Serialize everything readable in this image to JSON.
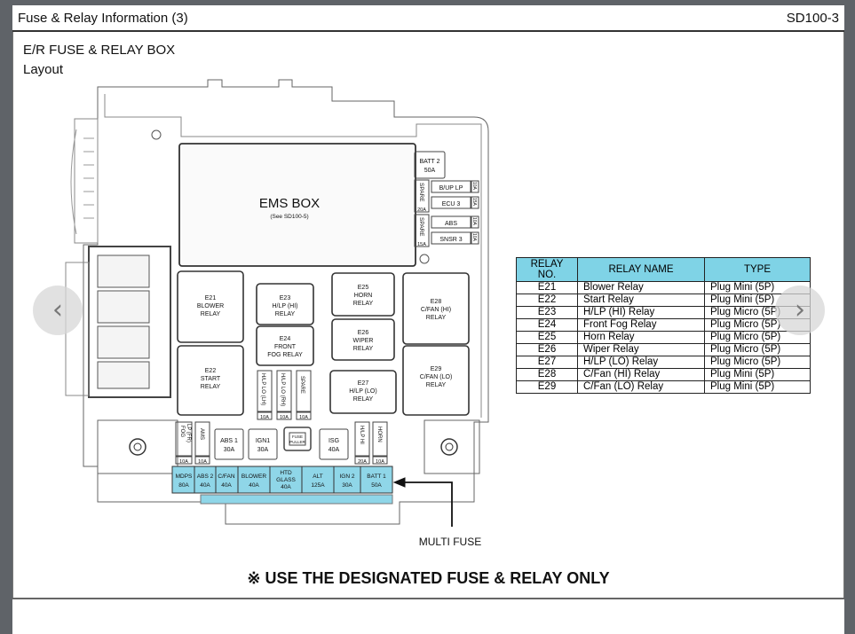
{
  "header": {
    "title": "Fuse & Relay Information   (3)",
    "code": "SD100-3"
  },
  "section": {
    "title": "E/R FUSE & RELAY BOX",
    "subtitle": "Layout"
  },
  "ems": {
    "title": "EMS BOX",
    "sub": "(See SD100-5)"
  },
  "top_fuses": {
    "batt2": [
      "BATT 2",
      "50A"
    ],
    "spare1": [
      "SPARE",
      "20A"
    ],
    "spare2": [
      "SPARE",
      "15A"
    ],
    "bup": [
      "B/UP LP",
      "10A"
    ],
    "ecu3": [
      "ECU 3",
      "15A"
    ],
    "abs": [
      "ABS",
      "10A"
    ],
    "snsr3": [
      "SNSR 3",
      "10A"
    ]
  },
  "relays": {
    "e21": [
      "E21",
      "BLOWER",
      "RELAY"
    ],
    "e22": [
      "E22",
      "START",
      "RELAY"
    ],
    "e23": [
      "E23",
      "H/LP (HI)",
      "RELAY"
    ],
    "e24": [
      "E24",
      "FRONT",
      "FOG RELAY"
    ],
    "e25": [
      "E25",
      "HORN",
      "RELAY"
    ],
    "e26": [
      "E26",
      "WIPER",
      "RELAY"
    ],
    "e27": [
      "E27",
      "H/LP (LO)",
      "RELAY"
    ],
    "e28": [
      "E28",
      "C/FAN (HI)",
      "RELAY"
    ],
    "e29": [
      "E29",
      "C/FAN (LO)",
      "RELAY"
    ]
  },
  "mini_fuses": [
    {
      "label": "H/LP LO (LH)",
      "amp": "10A"
    },
    {
      "label": "H/LP LO (RH)",
      "amp": "10A"
    },
    {
      "label": "SPARE",
      "amp": "10A"
    }
  ],
  "lower_fuses": {
    "fog": [
      "FOG",
      "LP (FR)",
      "10A"
    ],
    "ams": [
      "AMS",
      "10A"
    ],
    "abs1": [
      "ABS 1",
      "30A"
    ],
    "ign1": [
      "IGN1",
      "30A"
    ],
    "puller": [
      "FUSE",
      "PULLER"
    ],
    "isg": [
      "ISG",
      "40A"
    ],
    "hlphi": [
      "H/LP HI",
      "20A"
    ],
    "horn": [
      "HORN",
      "10A"
    ]
  },
  "multi_fuse": [
    [
      "MDPS",
      "80A"
    ],
    [
      "ABS 2",
      "40A"
    ],
    [
      "C/FAN",
      "40A"
    ],
    [
      "BLOWER",
      "40A"
    ],
    [
      "HTD",
      "GLASS",
      "40A"
    ],
    [
      "ALT",
      "125A"
    ],
    [
      "IGN 2",
      "30A"
    ],
    [
      "BATT 1",
      "50A"
    ]
  ],
  "multi_fuse_label": "MULTI FUSE",
  "relay_table": {
    "headers": [
      "RELAY NO.",
      "RELAY NAME",
      "TYPE"
    ],
    "rows": [
      [
        "E21",
        "Blower Relay",
        "Plug Mini (5P)"
      ],
      [
        "E22",
        "Start Relay",
        "Plug Mini (5P)"
      ],
      [
        "E23",
        "H/LP (HI) Relay",
        "Plug Micro (5P)"
      ],
      [
        "E24",
        "Front Fog Relay",
        "Plug Micro (5P)"
      ],
      [
        "E25",
        "Horn Relay",
        "Plug Micro (5P)"
      ],
      [
        "E26",
        "Wiper Relay",
        "Plug Micro (5P)"
      ],
      [
        "E27",
        "H/LP (LO) Relay",
        "Plug Micro (5P)"
      ],
      [
        "E28",
        "C/Fan (HI) Relay",
        "Plug Mini (5P)"
      ],
      [
        "E29",
        "C/Fan (LO) Relay",
        "Plug Mini (5P)"
      ]
    ]
  },
  "footer": "※ USE THE DESIGNATED FUSE & RELAY ONLY",
  "nav": {
    "prev": "‹",
    "next": "›"
  },
  "colors": {
    "fuse_blue": "#8fd6e8",
    "header_blue": "#7fd3e6",
    "line": "#555555"
  }
}
